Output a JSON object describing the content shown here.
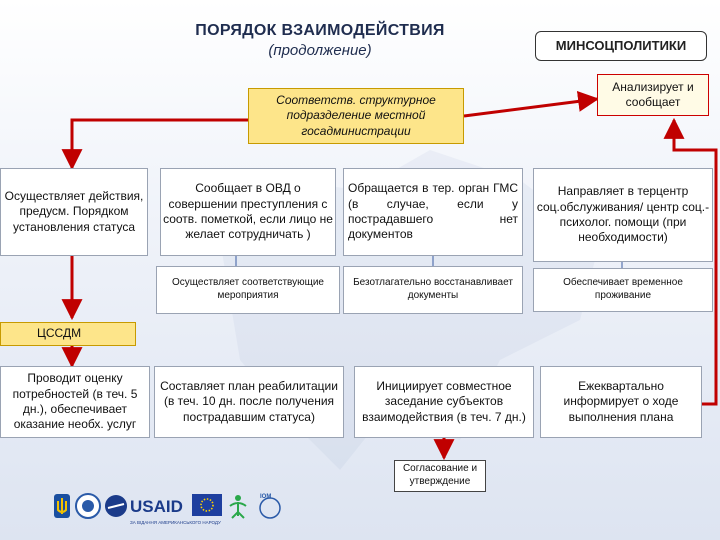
{
  "header": {
    "title": "ПОРЯДОК  ВЗАИМОДЕЙСТВИЯ",
    "subtitle": "(продолжение)",
    "ministry": "МИНСОЦПОЛИТИКИ"
  },
  "nodes": {
    "ministry_action": "Анализирует и сообщает",
    "department": "Соответств. структурное подразделение местной госадминистрации",
    "row1": [
      "Осуществляет действия, предусм. Порядком установления статуса",
      "Сообщает в ОВД о совершении преступления с соотв. пометкой, если лицо  не желает сотрудничать )",
      "Обращается в тер. орган ГМС (в случае, если у пострадавшего нет документов",
      "Направляет в терцентр соц.обслуживания/ центр соц.-психолог. помощи (при необходимости)"
    ],
    "row2": [
      "Осуществляет соответствующие мероприятия",
      "Безотлагательно восстанавливает документы",
      "Обеспечивает временное проживание"
    ],
    "ccsdm_label": "ЦССДМ",
    "row3": [
      "Проводит оценку потребностей (в теч. 5 дн.), обеспечивает оказание необх. услуг",
      "Составляет план реабилитации (в теч. 10 дн. после получения пострадавшим статуса)",
      "Инициирует совместное заседание субъектов взаимодействия (в теч. 7 дн.)",
      "Ежеквартально информирует  о ходе выполнения плана"
    ],
    "approval": "Согласование и утверждение"
  },
  "logos": {
    "usaid_text": "USAID",
    "usaid_sub": "ЗА ВІДАННЯ АМЕРИКАНСЬКОГО НАРОДУ",
    "iom_text": "IOM"
  },
  "colors": {
    "arrow": "#c00000",
    "header_box": "#fde58a",
    "title": "#1f2d4f"
  }
}
